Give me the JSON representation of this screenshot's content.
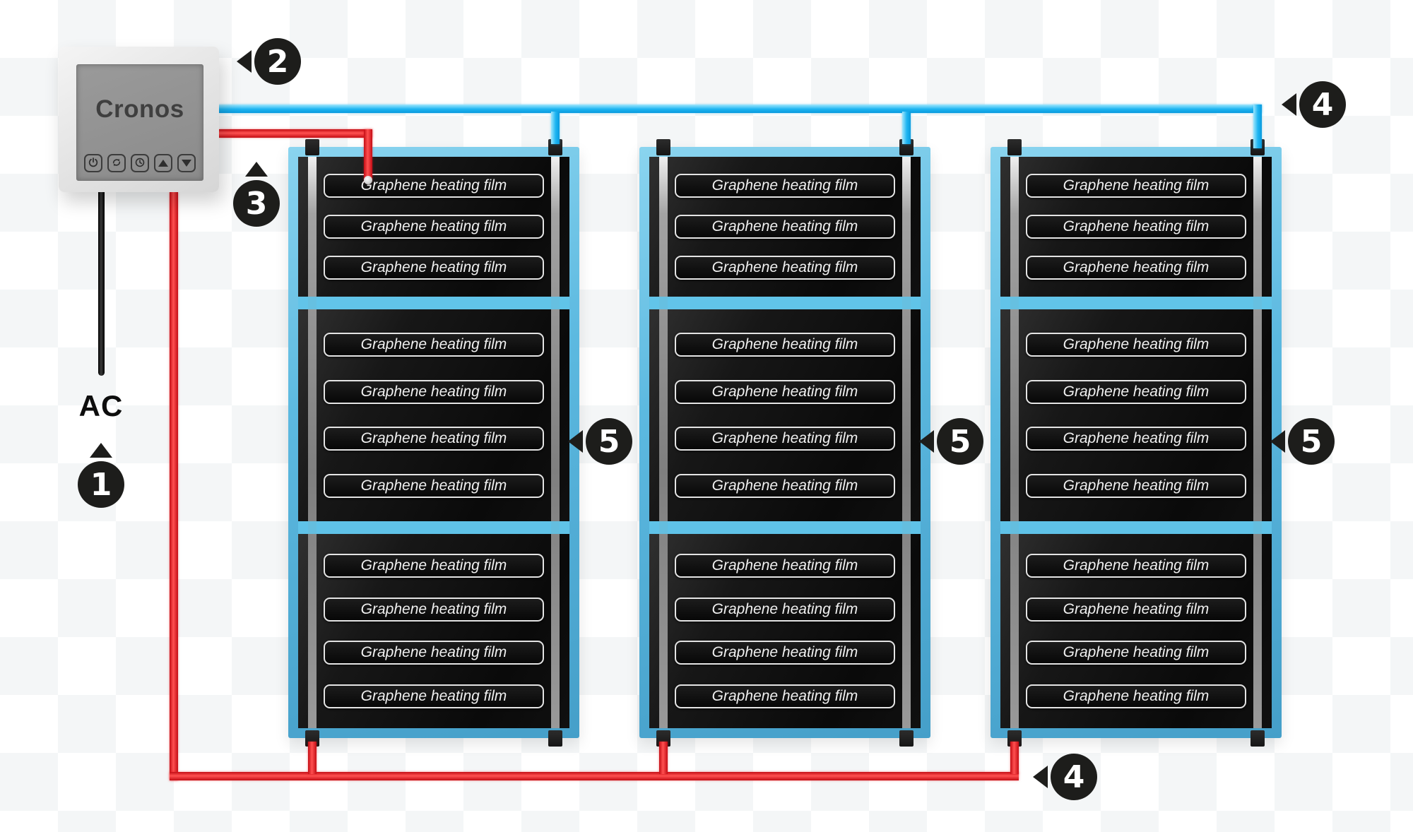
{
  "thermostat": {
    "brand": "Cronos",
    "buttons": [
      {
        "name": "power",
        "icon": "power-icon"
      },
      {
        "name": "mode",
        "icon": "sync-arrows-icon"
      },
      {
        "name": "timer",
        "icon": "clock-icon"
      },
      {
        "name": "up",
        "icon": "triangle-up-icon"
      },
      {
        "name": "down",
        "icon": "triangle-down-icon"
      }
    ]
  },
  "labels": {
    "ac_power": "AC"
  },
  "callouts": {
    "c1": "1",
    "c2": "2",
    "c3": "3",
    "c4_top": "4",
    "c4_bottom": "4",
    "c5_left": "5",
    "c5_middle": "5",
    "c5_right": "5"
  },
  "panels": {
    "count": 3,
    "sections_per_panel": [
      3,
      4,
      4
    ],
    "strip_label": "Graphene heating film"
  },
  "colors": {
    "wire_live_red": "#ed1c24",
    "wire_neutral_blue": "#1cb2ef",
    "wire_ac_black": "#141414",
    "panel_frame_blue": "#5cb9e0",
    "film_black": "#121212",
    "callout_black": "#1d1d1b"
  }
}
